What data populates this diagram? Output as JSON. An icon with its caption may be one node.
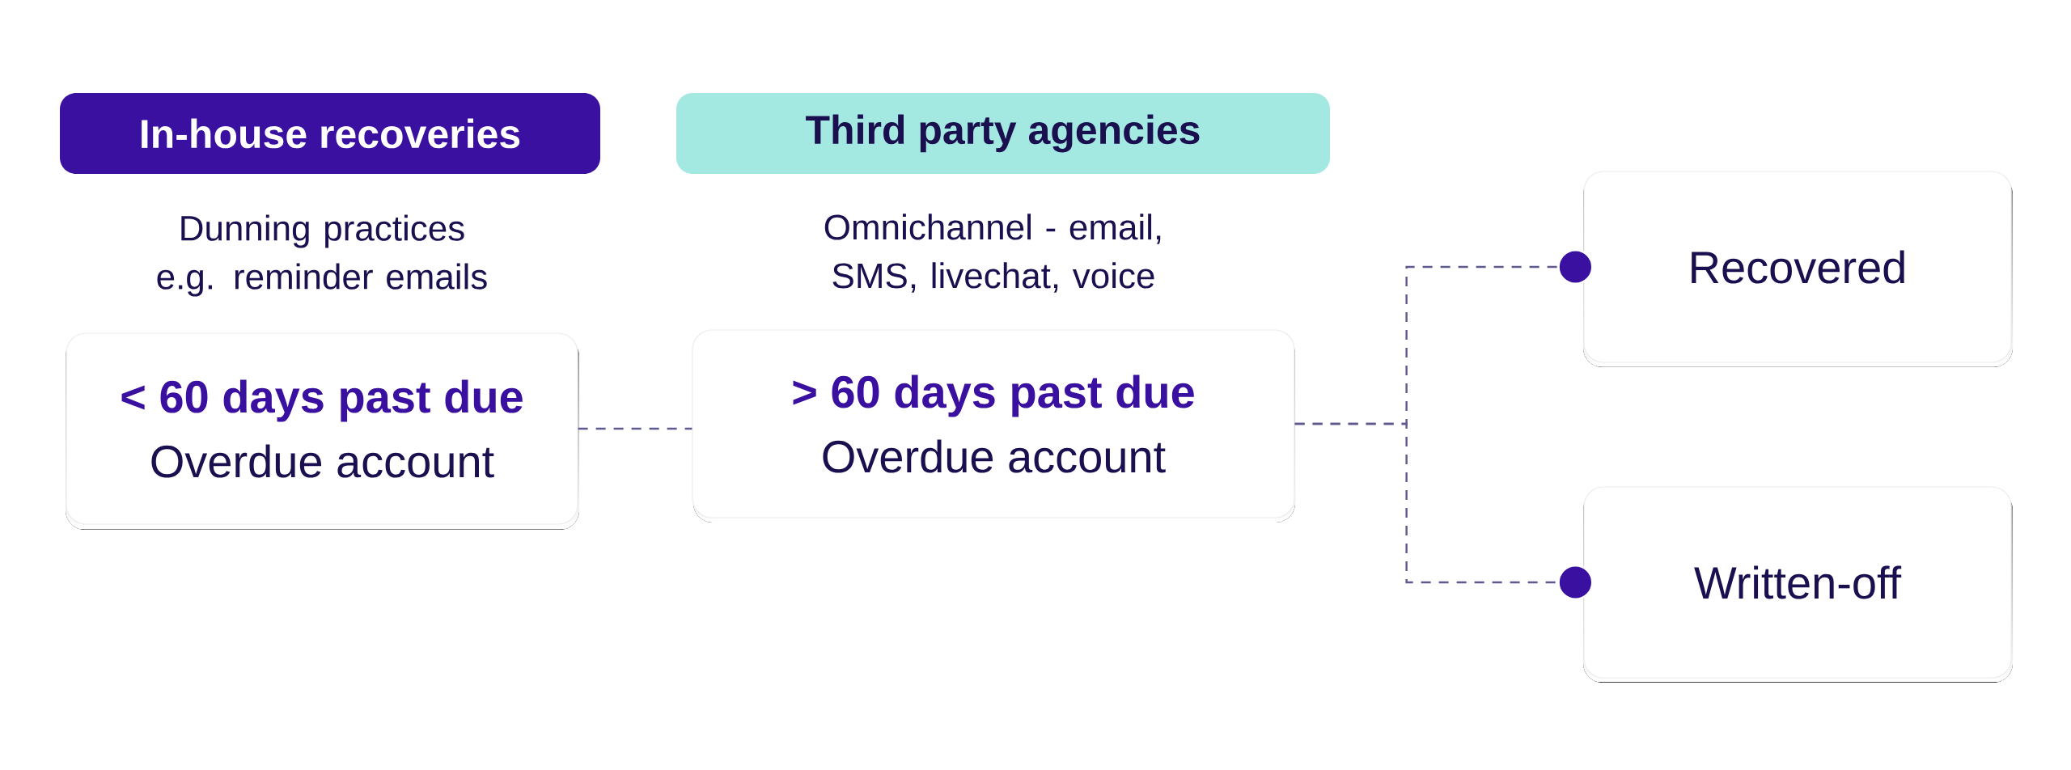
{
  "diagram": {
    "nodes": [
      {
        "text": [
          "In-house recoveries"
        ]
      },
      {
        "text": [
          "Third party agencies"
        ]
      },
      {
        "text": [
          "< 60 days past due",
          "Overdue account"
        ],
        "beside": [
          "Dunning practices e.g. reminder emails"
        ]
      },
      {
        "text": [
          "> 60 days past due",
          "Overdue account"
        ],
        "beside": [
          "Omnichannel - email, SMS, livechat, voice"
        ]
      },
      {
        "text": [
          "Recovered"
        ]
      },
      {
        "text": [
          "Written-off"
        ]
      }
    ],
    "edges": [
      {
        "from": 2,
        "to": 3,
        "arrow": "none",
        "style": "dashed"
      },
      {
        "from": 3,
        "to": 4,
        "arrow": "other",
        "style": "dashed"
      },
      {
        "from": 3,
        "to": 5,
        "arrow": "other",
        "style": "dashed"
      }
    ]
  }
}
